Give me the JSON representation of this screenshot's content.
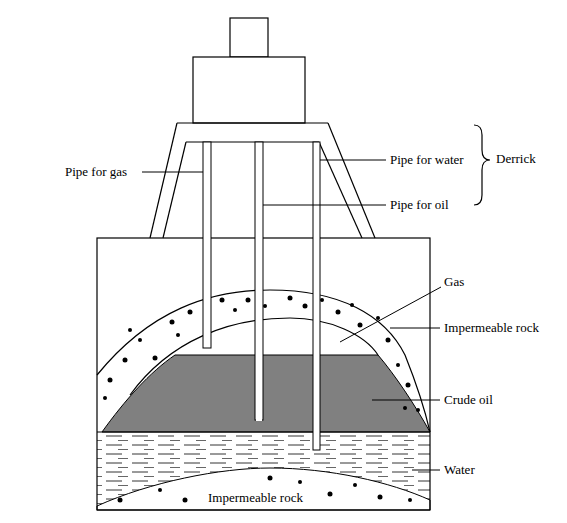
{
  "diagram": {
    "labels": [
      "Pipe for gas",
      "Pipe for water",
      "Derrick",
      "Pipe for oil",
      "Gas",
      "Impermeable rock",
      "Crude oil",
      "Water",
      "Impermeable rock"
    ]
  }
}
